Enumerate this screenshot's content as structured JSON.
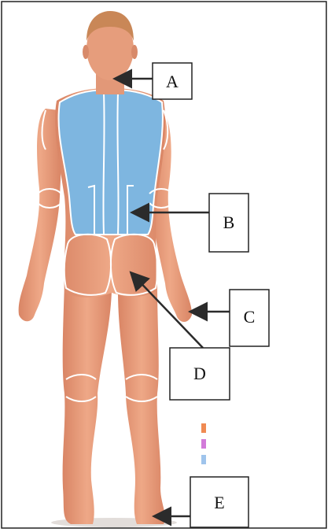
{
  "labels": {
    "a": "A",
    "b": "B",
    "c": "C",
    "d": "D",
    "e": "E"
  },
  "colors": {
    "skin": "#e9a07f",
    "skin_dark": "#d98565",
    "hair": "#c98757",
    "back_blue": "#7eb6e0",
    "outline": "#ffffff",
    "swatch_orange": "#f08a52",
    "swatch_pink": "#d27ad9",
    "swatch_blue": "#9fc4ec",
    "frame": "#222222",
    "arrow": "#2b2b2b"
  }
}
